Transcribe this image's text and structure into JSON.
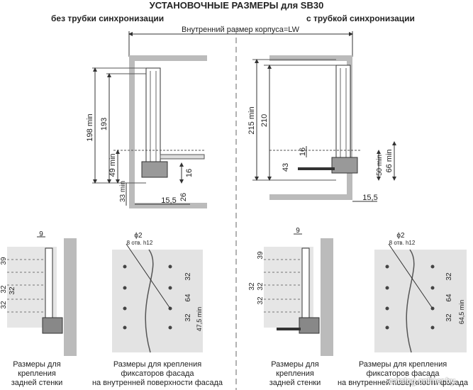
{
  "title": "УСТАНОВОЧНЫЕ РАЗМЕРЫ для SB30",
  "left_heading": "без трубки синхронизации",
  "right_heading": "с трубкой синхронизации",
  "width_label": "Внутренний размер корпуса=LW",
  "left_dims": {
    "d198": "198 min",
    "d193": "193",
    "d49": "49 min",
    "d33": "33 min",
    "d16": "16",
    "d26": "26",
    "d15": "15,5"
  },
  "right_dims": {
    "d215": "215 min",
    "d210": "210",
    "d43": "43",
    "d16": "16",
    "d50": "50 min",
    "d66": "66 min",
    "d15": "15,5"
  },
  "rear": {
    "d9": "9",
    "d39": "39",
    "d32a": "32",
    "d32b": "32",
    "d32c": "32"
  },
  "front": {
    "phi": "ϕ2",
    "holes": "8 отв. h12",
    "d32a": "32",
    "d64": "64",
    "d32b": "32",
    "left_bottom": "47,5 min",
    "right_bottom": "64,5 min"
  },
  "captions": {
    "rear_l1": "Размеры для",
    "rear_l2": "крепления",
    "rear_l3": "задней стенки",
    "front_l1": "Размеры для крепления",
    "front_l2": "фиксаторов фасада",
    "front_l3": "на внутренней поверхности фасада"
  },
  "watermark": "catalog.onliner.by"
}
